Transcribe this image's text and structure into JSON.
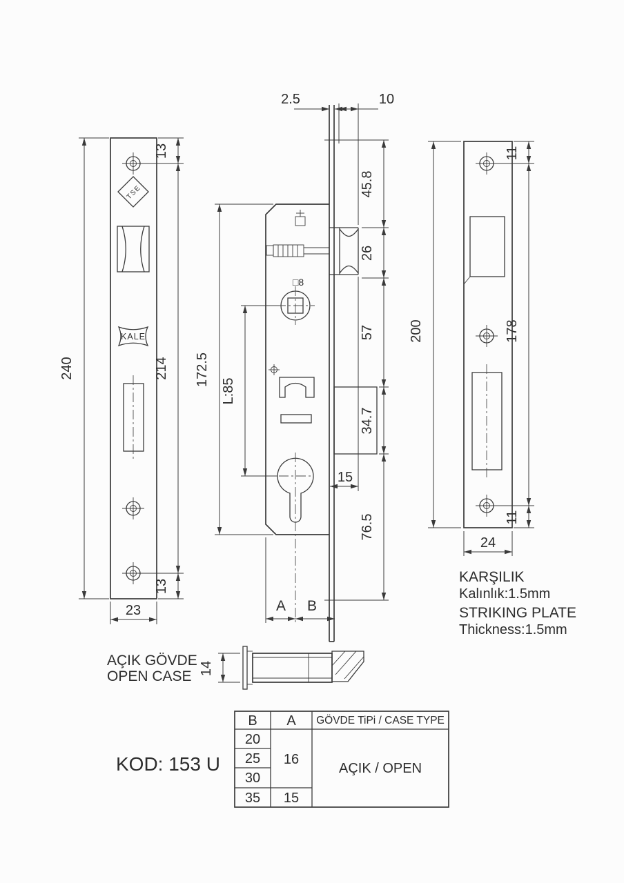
{
  "drawing": {
    "code": "KOD: 153 U",
    "logos": {
      "tse": "TSE",
      "kale": "KALE"
    },
    "dimensions": {
      "plate_thickness": "2.5",
      "latch_projection": "10",
      "faceplate_length": "240",
      "faceplate_hole_span": "214",
      "faceplate_hole_offset_top": "13",
      "faceplate_hole_offset_bottom": "13",
      "faceplate_width": "23",
      "case_length": "172.5",
      "centers": "L:85",
      "follower_square": "□8",
      "seg_top": "45.8",
      "seg_latch": "26",
      "seg_mid": "57",
      "seg_bolt": "34.7",
      "seg_bottom": "76.5",
      "throw": "15",
      "strike_length": "200",
      "strike_hole_span": "178",
      "strike_hole_offset_top": "11",
      "strike_hole_offset_bottom": "11",
      "strike_width": "24",
      "case_depth": "14",
      "label_a": "A",
      "label_b": "B"
    },
    "notes": {
      "karsilik": "KARŞILIK",
      "kalinlik": "Kalınlık:1.5mm",
      "striking_plate": "STRIKING PLATE",
      "thickness": "Thickness:1.5mm",
      "acik_govde": "AÇIK GÖVDE",
      "open_case": "OPEN CASE"
    },
    "table": {
      "header_b": "B",
      "header_a": "A",
      "header_type": "GÖVDE TiPi / CASE TYPE",
      "b_values": [
        "20",
        "25",
        "30",
        "35"
      ],
      "a_value_top": "16",
      "a_value_bottom": "15",
      "case_type": "AÇIK / OPEN"
    }
  }
}
